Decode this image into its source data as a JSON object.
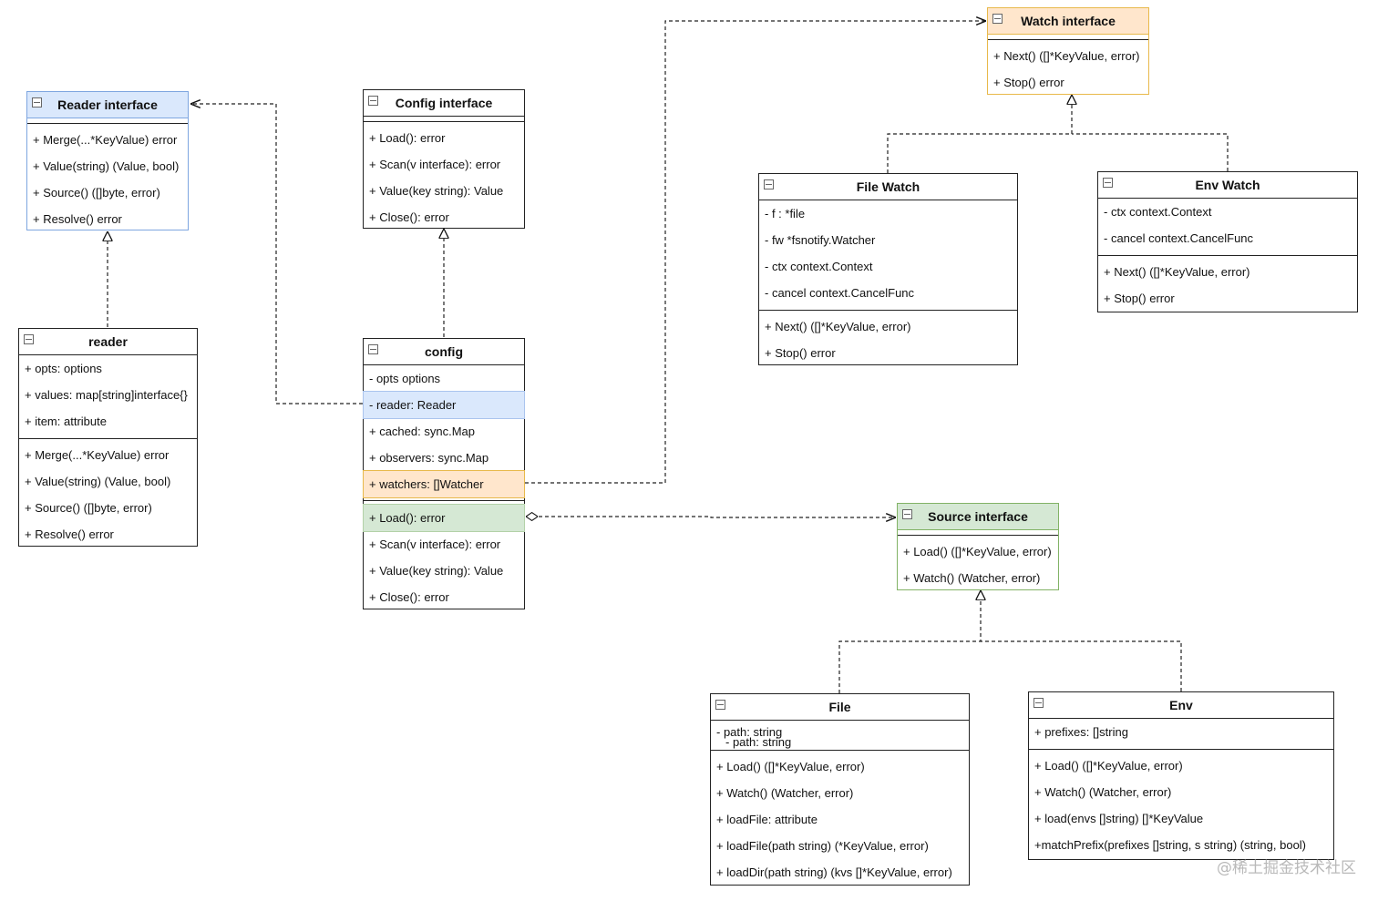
{
  "diagram": {
    "reader_interface": {
      "title": "Reader interface",
      "methods": [
        "+ Merge(...*KeyValue) error",
        "+ Value(string) (Value, bool)",
        "+ Source() ([]byte, error)",
        "+ Resolve() error"
      ]
    },
    "config_interface": {
      "title": "Config interface",
      "methods": [
        "+ Load(): error",
        "+ Scan(v interface): error",
        "+ Value(key string): Value",
        "+ Close(): error"
      ]
    },
    "watch_interface": {
      "title": "Watch interface",
      "methods": [
        "+ Next() ([]*KeyValue, error)",
        "+ Stop() error"
      ]
    },
    "reader": {
      "title": "reader",
      "fields": [
        "+ opts: options",
        "+ values: map[string]interface{}",
        "+ item: attribute"
      ],
      "methods": [
        "+ Merge(...*KeyValue) error",
        "+ Value(string) (Value, bool)",
        "+ Source() ([]byte, error)",
        "+ Resolve() error"
      ]
    },
    "config": {
      "title": "config",
      "fields": [
        "- opts options",
        "- reader: Reader",
        "+ cached: sync.Map",
        "+ observers: sync.Map",
        "+ watchers: []Watcher"
      ],
      "methods": [
        "+ Load(): error",
        "+ Scan(v interface): error",
        "+ Value(key string): Value",
        "+ Close(): error"
      ]
    },
    "file_watch": {
      "title": "File Watch",
      "fields": [
        "- f :  *file",
        "- fw *fsnotify.Watcher",
        "- ctx context.Context",
        "- cancel context.CancelFunc"
      ],
      "methods": [
        "+ Next() ([]*KeyValue, error)",
        "+ Stop() error"
      ]
    },
    "env_watch": {
      "title": "Env Watch",
      "fields": [
        "- ctx context.Context",
        "- cancel context.CancelFunc"
      ],
      "methods": [
        "+ Next() ([]*KeyValue, error)",
        "+ Stop() error"
      ]
    },
    "source_interface": {
      "title": "Source interface",
      "methods": [
        "+ Load() ([]*KeyValue, error)",
        "+ Watch() (Watcher, error)"
      ]
    },
    "file": {
      "title": "File",
      "fields": [
        "- path: string",
        "- path: string"
      ],
      "methods": [
        "+ Load() ([]*KeyValue, error)",
        "+ Watch() (Watcher, error)",
        "+ loadFile: attribute",
        "+ loadFile(path string) (*KeyValue, error)",
        "+ loadDir(path string) (kvs []*KeyValue, error)"
      ]
    },
    "env": {
      "title": "Env",
      "fields": [
        "+ prefixes: []string"
      ],
      "methods": [
        "+ Load() ([]*KeyValue, error)",
        "+ Watch() (Watcher, error)",
        "+ load(envs []string) []*KeyValue",
        "+matchPrefix(prefixes []string, s string) (string, bool)"
      ]
    },
    "colors": {
      "blue_fill": "#dae8fc",
      "blue_stroke": "#7ea6e0",
      "orange_fill": "#ffe6cc",
      "orange_stroke": "#e8b94b",
      "green_fill": "#d5e8d4",
      "green_stroke": "#82b366"
    }
  },
  "watermark": "@稀土掘金技术社区"
}
